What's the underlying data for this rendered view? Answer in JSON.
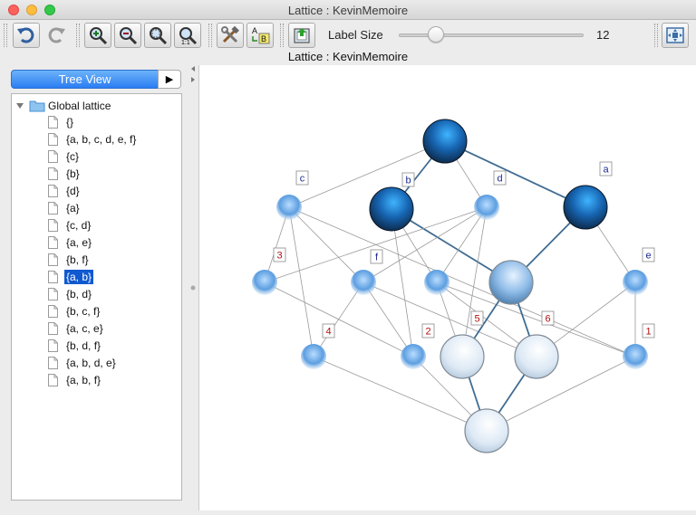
{
  "window": {
    "title": "Lattice : KevinMemoire"
  },
  "toolbar": {
    "buttons": [
      {
        "name": "undo-button",
        "icon": "undo-icon"
      },
      {
        "name": "redo-button",
        "icon": "redo-icon"
      },
      {
        "name": "zoom-in-button",
        "icon": "zoom-in-icon"
      },
      {
        "name": "zoom-out-button",
        "icon": "zoom-out-icon"
      },
      {
        "name": "zoom-fit-button",
        "icon": "zoom-fit-icon"
      },
      {
        "name": "zoom-actual-button",
        "icon": "zoom-actual-icon"
      },
      {
        "name": "settings-button",
        "icon": "tools-icon"
      },
      {
        "name": "labels-button",
        "icon": "labels-icon"
      },
      {
        "name": "export-button",
        "icon": "export-image-icon"
      },
      {
        "name": "layout-button",
        "icon": "layout-icon"
      }
    ],
    "label_size_label": "Label Size",
    "label_size_value": "12",
    "label_size_fraction": 0.2
  },
  "subtitle": "Lattice : KevinMemoire",
  "sidebar": {
    "tab_label": "Tree View",
    "root_label": "Global lattice",
    "items": [
      "{}",
      "{a, b, c, d, e, f}",
      "{c}",
      "{b}",
      "{d}",
      "{a}",
      "{c, d}",
      "{a, e}",
      "{b, f}",
      "{a, b}",
      "{b, d}",
      "{b, c, f}",
      "{a, c, e}",
      "{b, d, f}",
      "{a, b, d, e}",
      "{a, b, f}"
    ],
    "selected_index": 9
  },
  "lattice": {
    "nodes": [
      {
        "id": "top",
        "style": "dark"
      },
      {
        "id": "c",
        "style": "light",
        "label": "c"
      },
      {
        "id": "b",
        "style": "dark",
        "label": "b"
      },
      {
        "id": "d",
        "style": "light",
        "label": "d"
      },
      {
        "id": "a",
        "style": "dark",
        "label": "a"
      },
      {
        "id": "3",
        "style": "light",
        "label": "3"
      },
      {
        "id": "f",
        "style": "light",
        "label": "f"
      },
      {
        "id": "m3",
        "style": "light"
      },
      {
        "id": "sel",
        "style": "selected"
      },
      {
        "id": "e",
        "style": "light",
        "label": "e"
      },
      {
        "id": "4",
        "style": "light",
        "label": "4"
      },
      {
        "id": "2",
        "style": "light",
        "label": "2"
      },
      {
        "id": "5",
        "style": "pale",
        "label": "5"
      },
      {
        "id": "6",
        "style": "pale",
        "label": "6"
      },
      {
        "id": "1",
        "style": "light",
        "label": "1"
      },
      {
        "id": "bottom",
        "style": "pale"
      }
    ],
    "edges": [
      [
        "top",
        "c"
      ],
      [
        "top",
        "b"
      ],
      [
        "top",
        "d"
      ],
      [
        "top",
        "a"
      ],
      [
        "c",
        "3"
      ],
      [
        "c",
        "f"
      ],
      [
        "c",
        "4"
      ],
      [
        "c",
        "1"
      ],
      [
        "b",
        "m3"
      ],
      [
        "b",
        "sel"
      ],
      [
        "b",
        "2"
      ],
      [
        "d",
        "3"
      ],
      [
        "d",
        "f"
      ],
      [
        "d",
        "m3"
      ],
      [
        "d",
        "5"
      ],
      [
        "a",
        "sel"
      ],
      [
        "a",
        "e"
      ],
      [
        "3",
        "2"
      ],
      [
        "f",
        "4"
      ],
      [
        "f",
        "2"
      ],
      [
        "f",
        "6"
      ],
      [
        "m3",
        "5"
      ],
      [
        "m3",
        "6"
      ],
      [
        "m3",
        "1"
      ],
      [
        "sel",
        "5"
      ],
      [
        "sel",
        "6"
      ],
      [
        "e",
        "6"
      ],
      [
        "e",
        "1"
      ],
      [
        "4",
        "bottom"
      ],
      [
        "2",
        "bottom"
      ],
      [
        "5",
        "bottom"
      ],
      [
        "6",
        "bottom"
      ],
      [
        "1",
        "bottom"
      ]
    ],
    "highlight_edges": [
      [
        "top",
        "b"
      ],
      [
        "top",
        "a"
      ],
      [
        "b",
        "sel"
      ],
      [
        "a",
        "sel"
      ],
      [
        "sel",
        "5"
      ],
      [
        "sel",
        "6"
      ],
      [
        "5",
        "bottom"
      ],
      [
        "6",
        "bottom"
      ]
    ],
    "label_colors": {
      "attribute": "#1a2a8f",
      "object": "#b01010"
    },
    "object_labels": [
      "3",
      "4",
      "2",
      "5",
      "6",
      "1"
    ]
  }
}
